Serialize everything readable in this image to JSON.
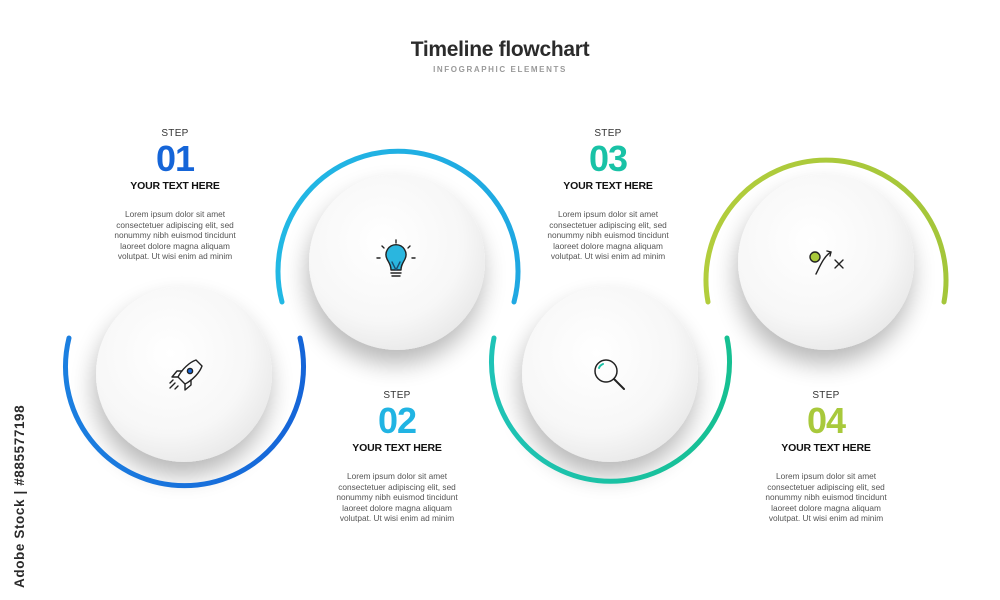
{
  "header": {
    "title": "Timeline flowchart",
    "subtitle": "INFOGRAPHIC ELEMENTS"
  },
  "steps": [
    {
      "step_label": "STEP",
      "number": "01",
      "heading": "YOUR TEXT HERE",
      "body": "Lorem ipsum dolor sit amet consectetuer adipiscing elit, sed nonummy nibh euismod tincidunt laoreet dolore magna aliquam volutpat. Ut wisi enim ad minim",
      "color": "#1565d8",
      "icon": "rocket-icon"
    },
    {
      "step_label": "STEP",
      "number": "02",
      "heading": "YOUR TEXT HERE",
      "body": "Lorem ipsum dolor sit amet consectetuer adipiscing elit, sed nonummy nibh euismod tincidunt laoreet dolore magna aliquam volutpat. Ut wisi enim ad minim",
      "color": "#21b4e3",
      "icon": "lightbulb-icon"
    },
    {
      "step_label": "STEP",
      "number": "03",
      "heading": "YOUR TEXT HERE",
      "body": "Lorem ipsum dolor sit amet consectetuer adipiscing elit, sed nonummy nibh euismod tincidunt laoreet dolore magna aliquam volutpat. Ut wisi enim ad minim",
      "color": "#19c2a6",
      "icon": "magnifier-icon"
    },
    {
      "step_label": "STEP",
      "number": "04",
      "heading": "YOUR TEXT HERE",
      "body": "Lorem ipsum dolor sit amet consectetuer adipiscing elit, sed nonummy nibh euismod tincidunt laoreet dolore magna aliquam volutpat. Ut wisi enim ad minim",
      "color": "#a8c93b",
      "icon": "strategy-icon"
    }
  ],
  "credit": "Adobe Stock | #885577198"
}
